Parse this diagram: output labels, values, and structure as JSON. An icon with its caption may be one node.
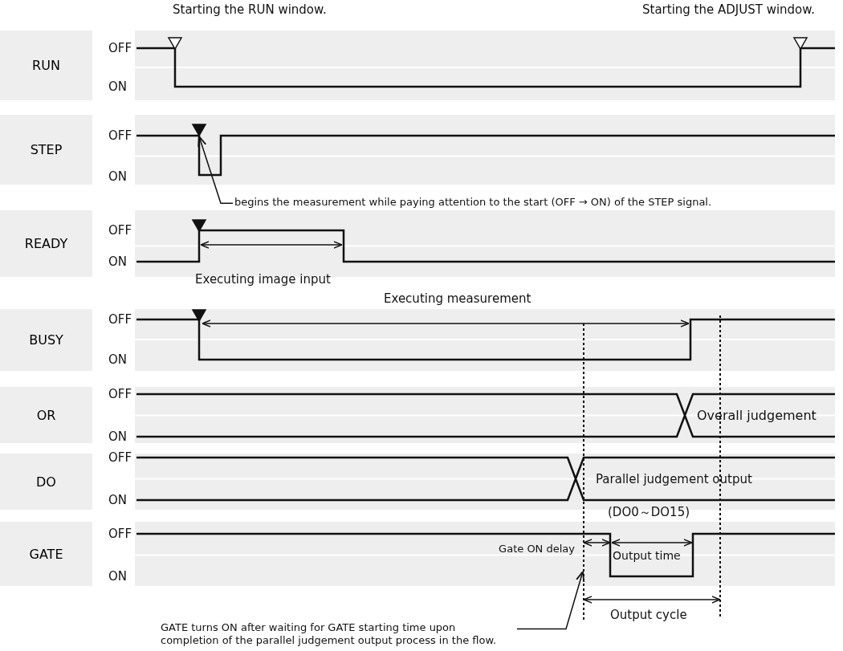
{
  "diagram": {
    "nodes": [
      {
        "text": [
          "RUN"
        ]
      },
      {
        "text": [
          "STEP"
        ]
      },
      {
        "text": [
          "READY"
        ]
      },
      {
        "text": [
          "BUSY"
        ]
      },
      {
        "text": [
          "OR"
        ]
      },
      {
        "text": [
          "DO"
        ]
      },
      {
        "text": [
          "GATE"
        ]
      },
      {
        "text": [
          "begins the measurement while paying attention to the start (OFF → ON) of the STEP signal."
        ]
      },
      {
        "text": [
          "GATE turns ON after waiting for GATE starting time upon completion of the parallel judgement output process in the flow."
        ]
      },
      {
        "text": [],
        "shape": "triangle"
      }
    ],
    "edges": [
      {
        "from": 7,
        "to": 9,
        "arrow": "to"
      },
      {
        "from": 8,
        "to": null,
        "arrow": "to"
      }
    ],
    "labels": [
      "Starting the RUN window.",
      "Starting the ADJUST window.",
      "OFF",
      "ON",
      "OFF",
      "ON",
      "OFF",
      "ON",
      "Executing image input",
      "Executing measurement",
      "OFF",
      "ON",
      "OFF",
      "Overall judgement",
      "ON",
      "OFF",
      "Parallel judgement output",
      "ON",
      "(DO0～DO15)",
      "OFF",
      "Gate ON delay",
      "Output time",
      "ON",
      "Output cycle"
    ]
  }
}
